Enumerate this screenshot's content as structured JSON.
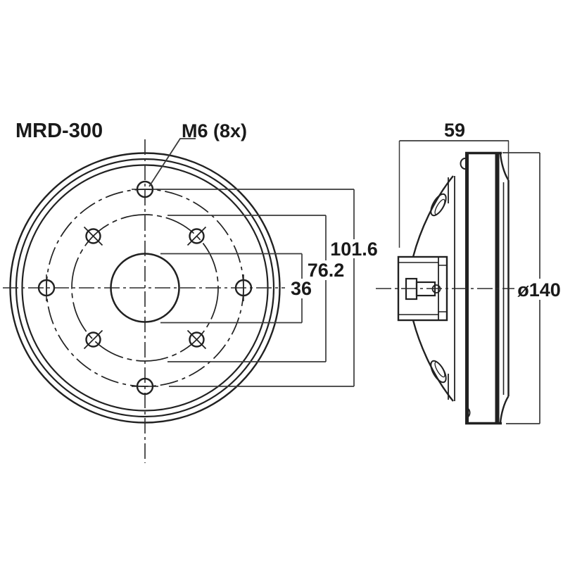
{
  "drawing": {
    "title": "MRD-300",
    "background": "#ffffff",
    "line_color": "#212121",
    "dimension_line_color": "#3a3a3a",
    "front_view": {
      "name": "front view (mounting flange with 8 holes)",
      "hole_callout": "M6 (8x)",
      "dim_outer_bolt_circle": "101.6",
      "dim_inner_bolt_circle": "76.2",
      "dim_throat": "36"
    },
    "side_view": {
      "name": "side view (driver profile with terminal block)",
      "dim_depth": "59",
      "dim_diameter": "ø140"
    }
  }
}
